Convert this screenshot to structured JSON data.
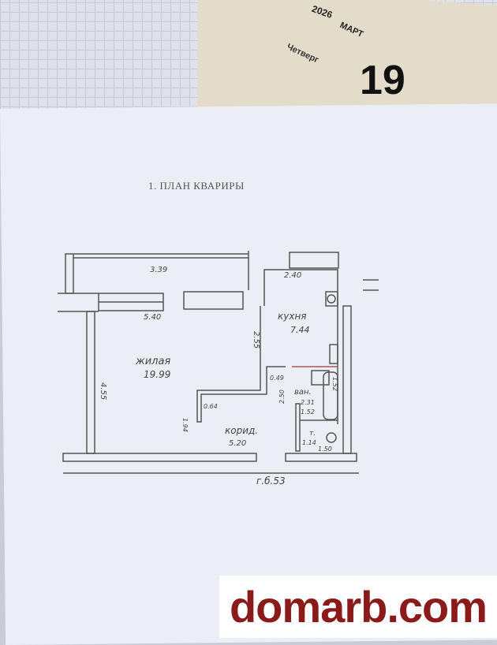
{
  "calendar": {
    "year": "2026",
    "month": "МАРТ",
    "weekday": "Четверг",
    "day": "19"
  },
  "plan": {
    "title": "1. ПЛАН КВАРИРЫ",
    "balcony_area": "3.39",
    "living_room": {
      "label": "жилая",
      "area": "19.99",
      "width": "5.40",
      "length": "4.55"
    },
    "living_wall": "2.55",
    "kitchen": {
      "label": "кухня",
      "area": "7.44",
      "width": "2.40"
    },
    "closet_area": "0.64",
    "niche": "0.49",
    "corridor": {
      "label": "корид.",
      "area": "5.20",
      "width": "1.94",
      "length": "2.50"
    },
    "bathroom": {
      "label": "ван.",
      "area": "2.31",
      "width": "1.52",
      "length": "1.52"
    },
    "toilet": {
      "label": "т.",
      "area": "1.14",
      "width": "1.50"
    },
    "overall": "г.б.53"
  },
  "watermark": "domarb.com"
}
